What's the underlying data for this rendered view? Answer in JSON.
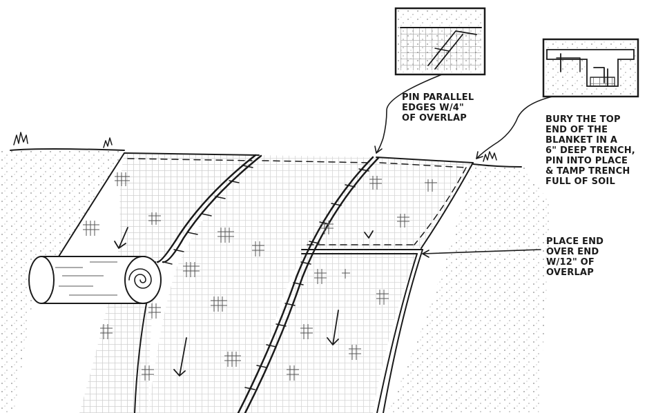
{
  "diagram": {
    "callouts": [
      {
        "id": "parallel",
        "lines": [
          "PIN PARALLEL",
          "EDGES W/4\"",
          "OF OVERLAP"
        ]
      },
      {
        "id": "top-end",
        "lines": [
          "BURY THE TOP",
          "END OF THE",
          "BLANKET IN A",
          "6\" DEEP TRENCH,",
          "PIN INTO PLACE",
          "& TAMP TRENCH",
          "FULL OF SOIL"
        ]
      },
      {
        "id": "end-over-end",
        "lines": [
          "PLACE END",
          "OVER END",
          "W/12\" OF",
          "OVERLAP"
        ]
      }
    ]
  }
}
